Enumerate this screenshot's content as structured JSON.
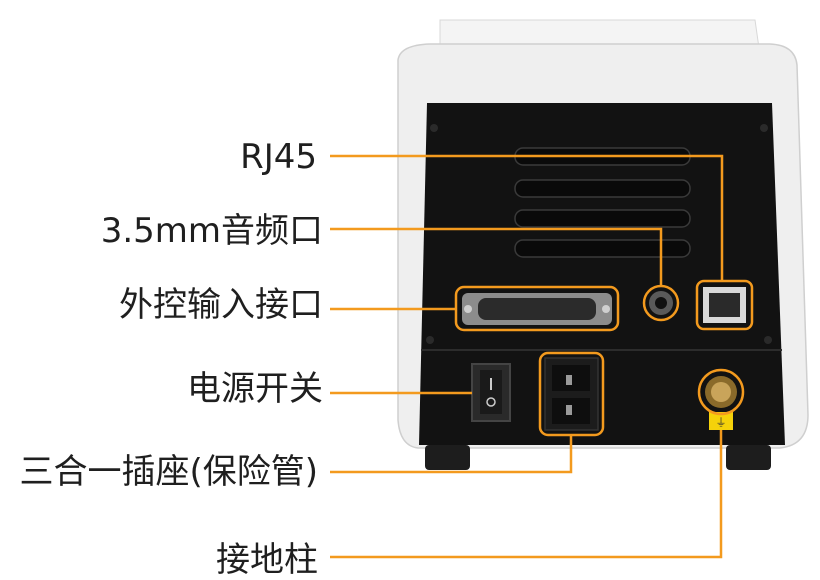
{
  "labels": {
    "rj45": "RJ45",
    "audio": "3.5mm音频口",
    "external_control": "外控输入接口",
    "power_switch": "电源开关",
    "socket": "三合一插座(保险管)",
    "ground": "接地柱"
  },
  "colors": {
    "callout": "#f39a1e",
    "panel": "#111111",
    "housing": "#f2f2f2",
    "text": "#1f1f1f"
  }
}
